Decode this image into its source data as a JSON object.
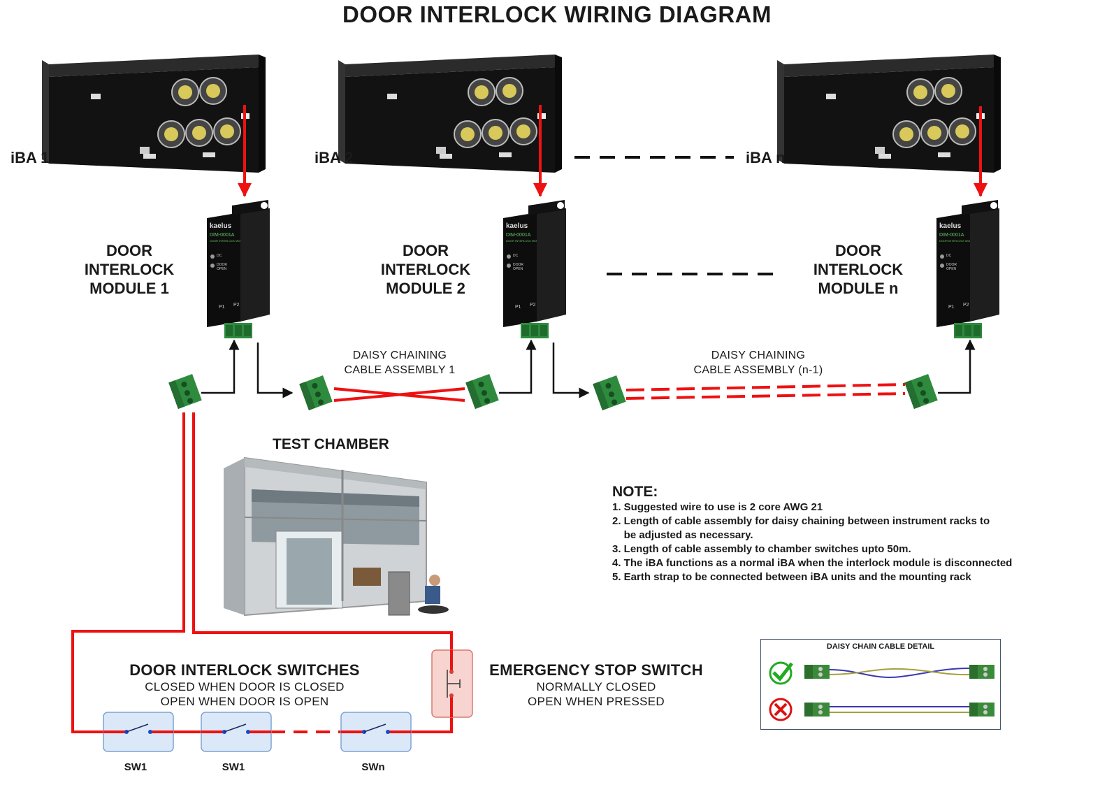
{
  "title": "DOOR INTERLOCK WIRING DIAGRAM",
  "instruments": [
    {
      "label": "iBA 1"
    },
    {
      "label": "iBA 2"
    },
    {
      "label": "iBA n"
    }
  ],
  "modules": [
    {
      "label_lines": [
        "DOOR",
        "INTERLOCK",
        "MODULE 1"
      ],
      "brand": "kaelus",
      "model": "DIM-0001A",
      "sub": "DOOR INTERLOCK MODULE",
      "led1": "DC",
      "led2": "DOOR OPEN",
      "p1": "P1",
      "p2": "P2"
    },
    {
      "label_lines": [
        "DOOR",
        "INTERLOCK",
        "MODULE 2"
      ],
      "brand": "kaelus",
      "model": "DIM-0001A",
      "sub": "DOOR INTERLOCK MODULE",
      "led1": "DC",
      "led2": "DOOR OPEN",
      "p1": "P1",
      "p2": "P2"
    },
    {
      "label_lines": [
        "DOOR",
        "INTERLOCK",
        "MODULE n"
      ],
      "brand": "kaelus",
      "model": "DIM-0001A",
      "sub": "DOOR INTERLOCK MODULE",
      "led1": "DC",
      "led2": "DOOR OPEN",
      "p1": "P1",
      "p2": "P2"
    }
  ],
  "cables": [
    {
      "line1": "DAISY CHAINING",
      "line2": "CABLE ASSEMBLY 1"
    },
    {
      "line1": "DAISY CHAINING",
      "line2": "CABLE ASSEMBLY (n-1)"
    }
  ],
  "chamber": {
    "label": "TEST CHAMBER"
  },
  "door_switches": {
    "title": "DOOR INTERLOCK SWITCHES",
    "line1": "CLOSED WHEN DOOR IS CLOSED",
    "line2": "OPEN WHEN DOOR IS OPEN",
    "switches": [
      "SW1",
      "SW1",
      "SWn"
    ]
  },
  "estop": {
    "title": "EMERGENCY STOP SWITCH",
    "line1": "NORMALLY CLOSED",
    "line2": "OPEN WHEN PRESSED"
  },
  "note": {
    "title": "NOTE:",
    "lines": [
      "1. Suggested wire to use is 2 core AWG 21",
      "2. Length of cable assembly for daisy chaining between instrument racks to",
      "    be adjusted as necessary.",
      "3. Length of cable assembly to chamber switches upto 50m.",
      "4. The iBA functions as a normal iBA when the interlock module is disconnected",
      "5. Earth strap to be connected between iBA units and the mounting rack"
    ]
  },
  "detail": {
    "title": "DAISY CHAIN CABLE DETAIL"
  },
  "colors": {
    "wire": "#ee1111",
    "arrow": "#111111",
    "connector": "#2e8b3e",
    "rack": "#151515",
    "switch_fill": "#dbe8f8",
    "switch_stroke": "#7fa3d3",
    "estop_fill": "#f7d4d0",
    "estop_stroke": "#d97a70",
    "ok_green": "#22aa22",
    "bad_red": "#dd1111",
    "detail_blue": "#3a3ab0",
    "detail_olive": "#a6a040"
  }
}
